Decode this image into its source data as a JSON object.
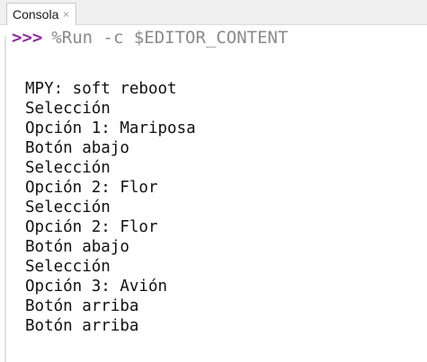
{
  "tab": {
    "label": "Consola",
    "close_symbol": "×"
  },
  "console": {
    "prompt": ">>>",
    "command": "%Run -c $EDITOR_CONTENT",
    "output_lines": [
      "MPY: soft reboot",
      "Selección",
      "Opción 1: Mariposa",
      "Botón abajo",
      "Selección",
      "Opción 2: Flor",
      "Selección",
      "Opción 2: Flor",
      "Botón abajo",
      "Selección",
      "Opción 3: Avión",
      "Botón arriba",
      "Botón arriba"
    ]
  },
  "colors": {
    "prompt": "#8e2aa0",
    "command": "#8a8a8a",
    "output_text": "#111111"
  }
}
